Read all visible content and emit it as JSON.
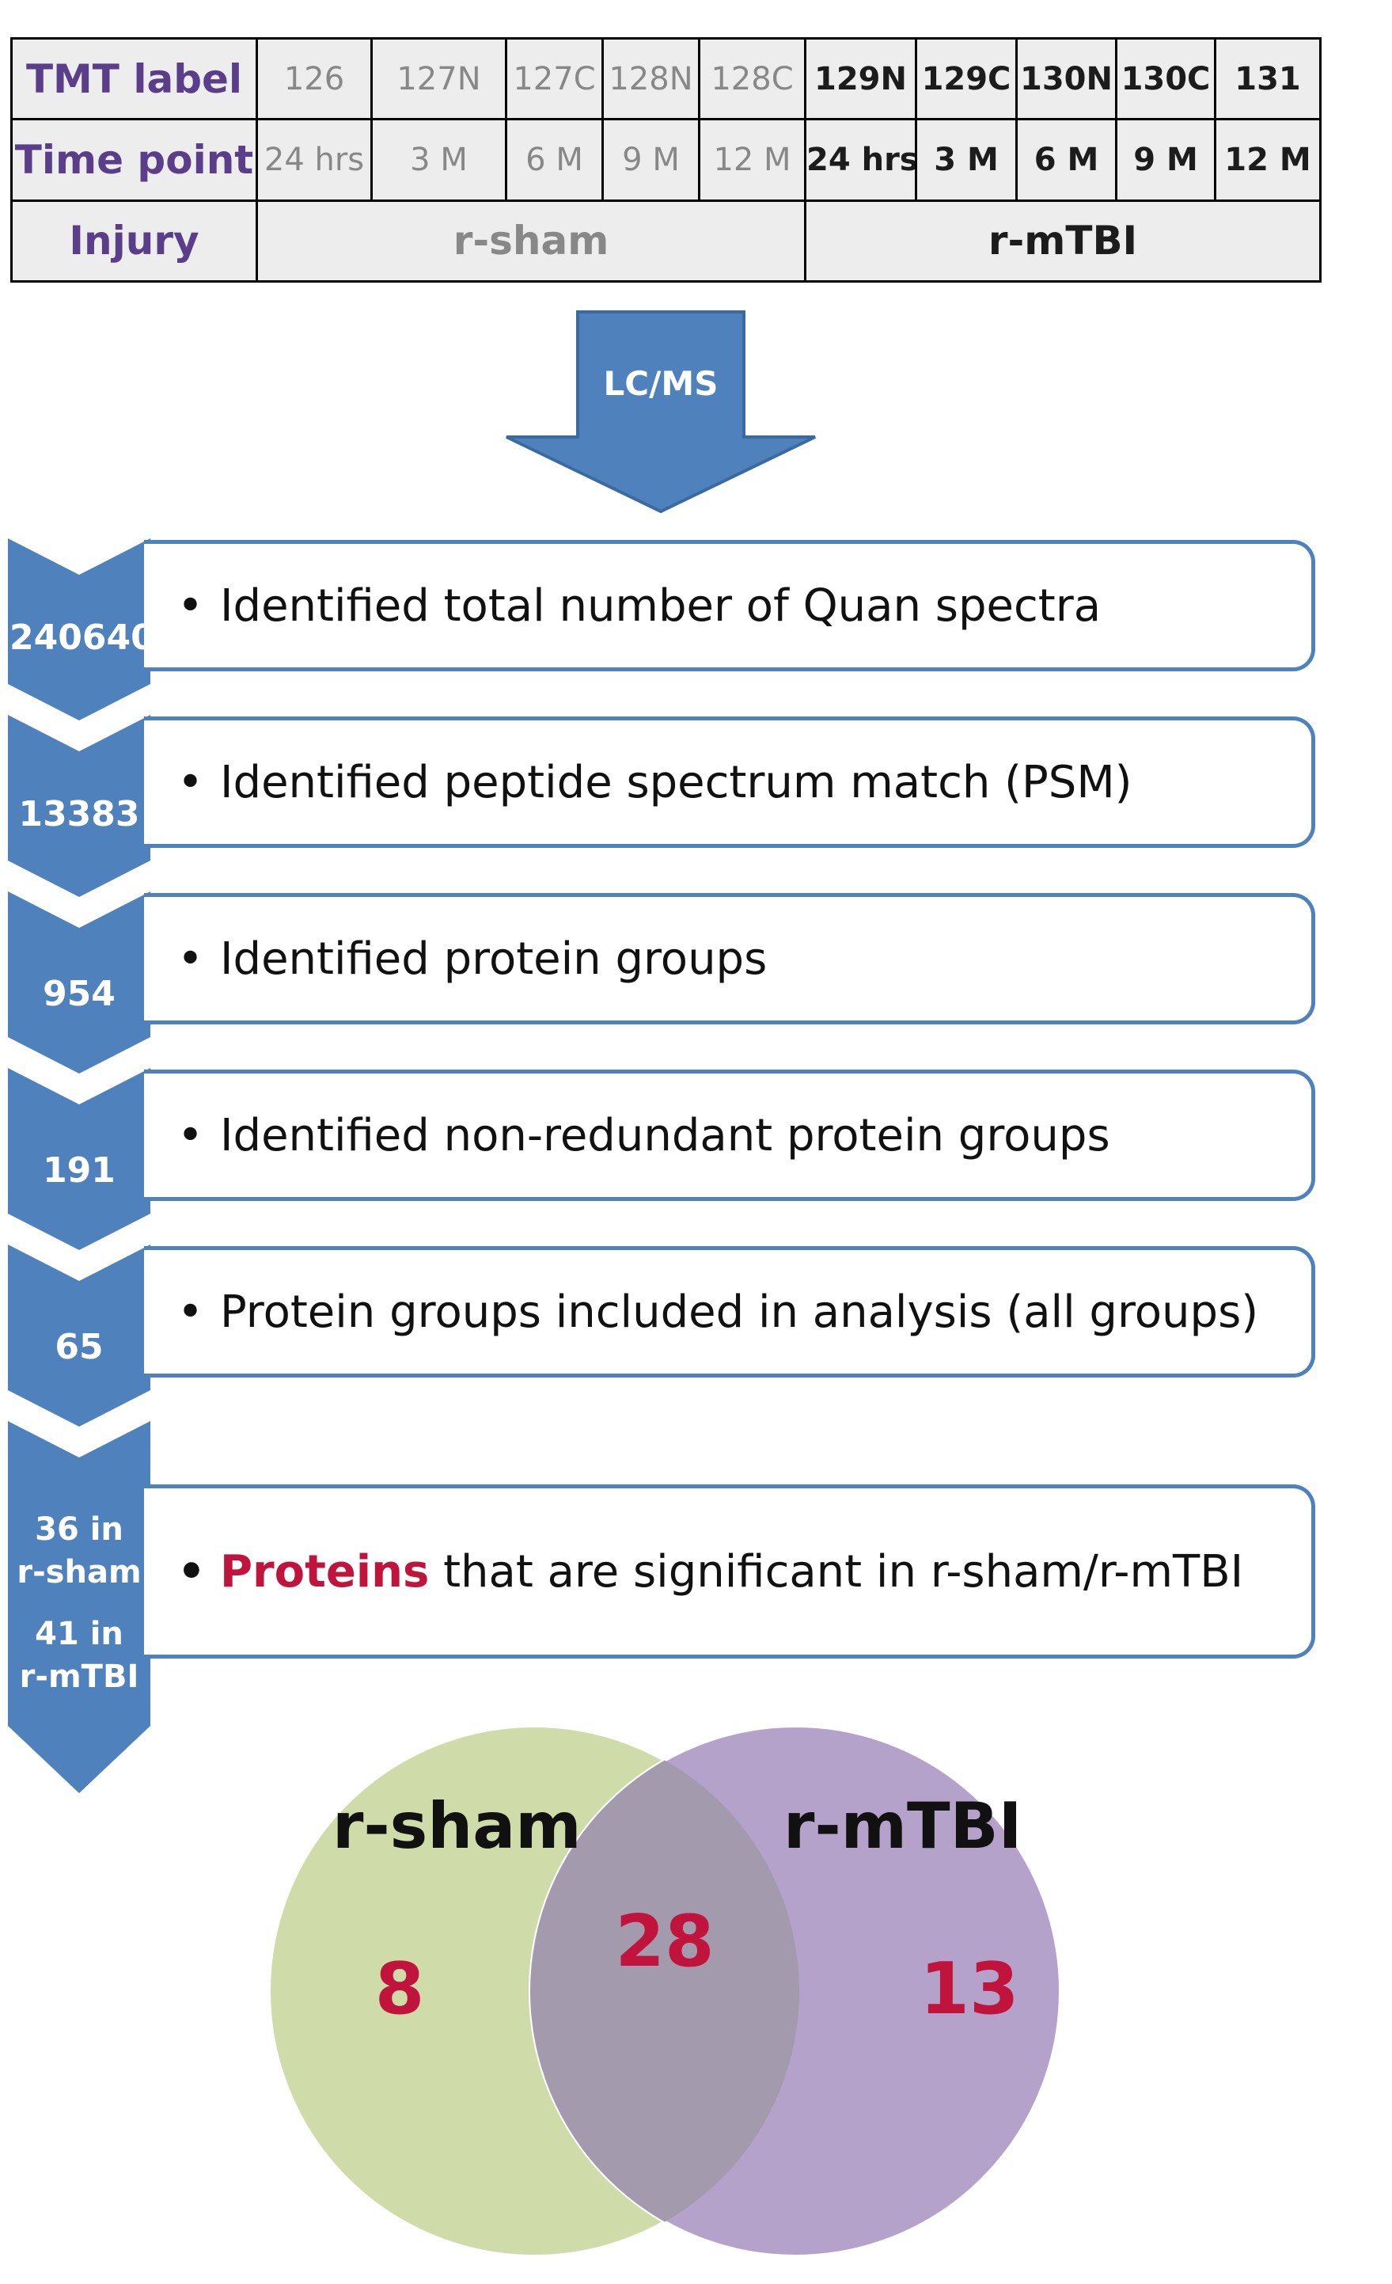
{
  "table": {
    "row_tmt_label": "TMT label",
    "row_time_point": "Time point",
    "row_injury": "Injury",
    "tmt_labels": [
      "126",
      "127N",
      "127C",
      "128N",
      "128C",
      "129N",
      "129C",
      "130N",
      "130C",
      "131"
    ],
    "time_points": [
      "24 hrs",
      "3 M",
      "6 M",
      "9 M",
      "12 M",
      "24 hrs",
      "3 M",
      "6 M",
      "9 M",
      "12 M"
    ],
    "injury_sham": "r-sham",
    "injury_tbi": "r-mTBI"
  },
  "arrow_label": "LC/MS",
  "funnel": [
    {
      "count": "240640",
      "bullet": "•",
      "text": "Identified total number of Quan spectra"
    },
    {
      "count": "13383",
      "bullet": "•",
      "text": "Identified peptide spectrum match (PSM)"
    },
    {
      "count": "954",
      "bullet": "•",
      "text": "Identified protein groups"
    },
    {
      "count": "191",
      "bullet": "•",
      "text": "Identified non-redundant protein groups"
    },
    {
      "count": "65",
      "bullet": "•",
      "text": "Protein groups included in analysis (all groups)"
    }
  ],
  "final": {
    "count_line1": "36 in",
    "count_line2": "r-sham",
    "count_line3": "41 in",
    "count_line4": "r-mTBI",
    "bullet": "•",
    "highlight": "Proteins",
    "rest": " that are significant in r-sham/r-mTBI"
  },
  "venn": {
    "left_label": "r-sham",
    "right_label": "r-mTBI",
    "left_only": "8",
    "overlap": "28",
    "right_only": "13",
    "left_color": "#cfdcaa",
    "right_color": "#b4a2ca",
    "overlap_color": "#a39aae"
  },
  "colors": {
    "funnel_blue": "#4f81bd",
    "row_header": "#5b3e8a",
    "highlight_red": "#c0143c"
  }
}
